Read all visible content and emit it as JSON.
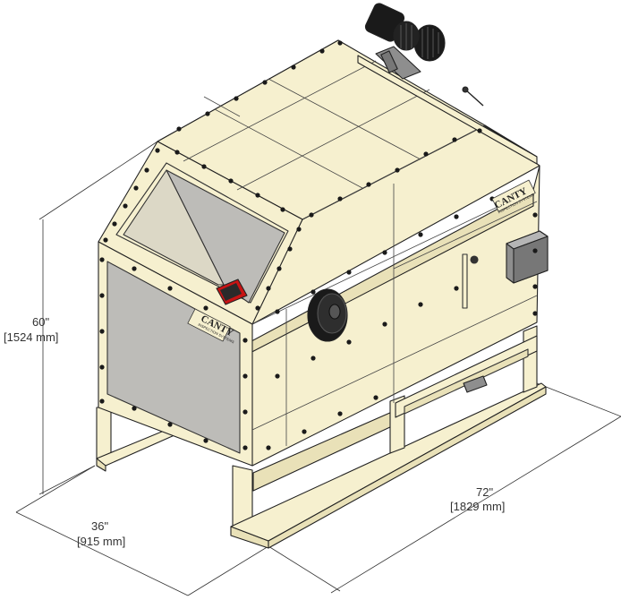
{
  "dimensions": {
    "height": {
      "imperial": "60\"",
      "metric": "[1524 mm]"
    },
    "depth": {
      "imperial": "36\"",
      "metric": "[915 mm]"
    },
    "length": {
      "imperial": "72\"",
      "metric": "[1829 mm]"
    }
  },
  "branding": {
    "logo_text": "CANTY",
    "logo_sub": "INSPECTION SYSTEMS"
  },
  "colors": {
    "cabinet": "#F6F0CF",
    "cabinet_shade": "#E9E1B8",
    "front_panel": "#BDBCB8",
    "outline": "#222222",
    "port": "#C81414",
    "motor": "#1A1A1A",
    "enclosure": "#8E8E8E"
  }
}
